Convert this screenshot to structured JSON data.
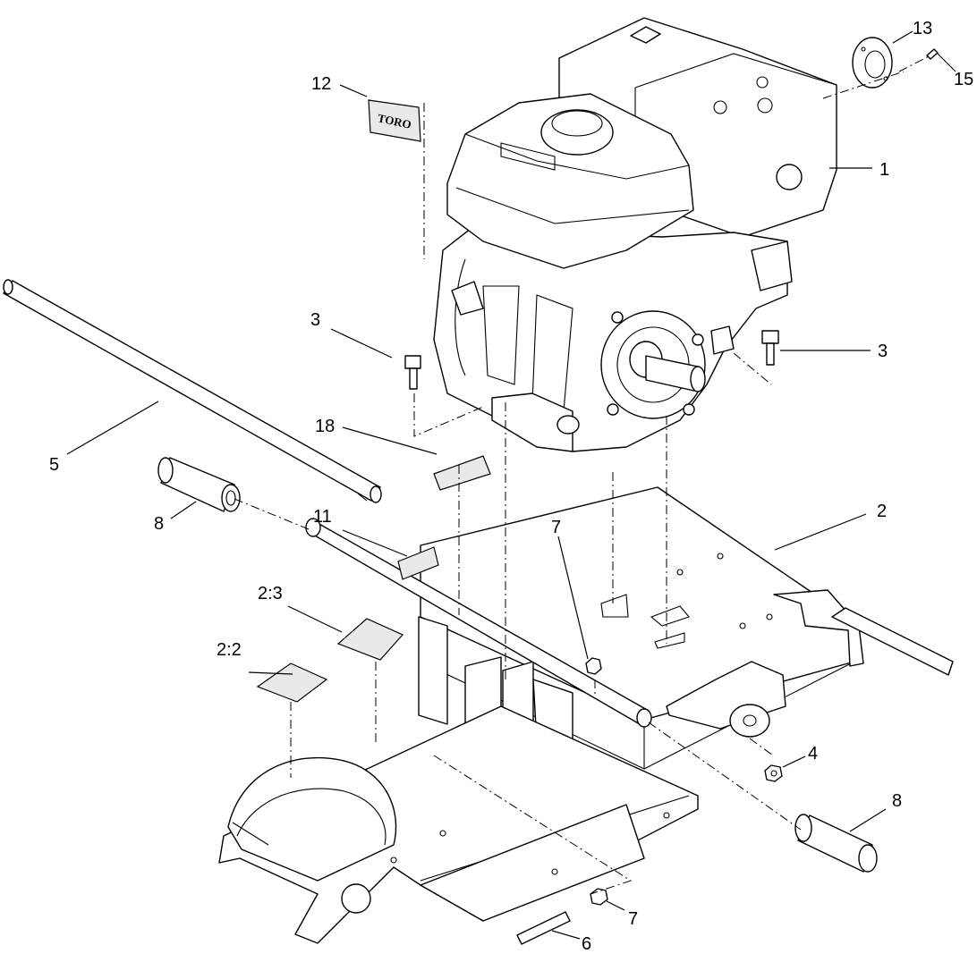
{
  "callouts": [
    {
      "id": "c1",
      "label": "1"
    },
    {
      "id": "c2",
      "label": "2"
    },
    {
      "id": "c22",
      "label": "2:2"
    },
    {
      "id": "c23",
      "label": "2:3"
    },
    {
      "id": "c3a",
      "label": "3"
    },
    {
      "id": "c3b",
      "label": "3"
    },
    {
      "id": "c4",
      "label": "4"
    },
    {
      "id": "c5",
      "label": "5"
    },
    {
      "id": "c6",
      "label": "6"
    },
    {
      "id": "c7a",
      "label": "7"
    },
    {
      "id": "c7b",
      "label": "7"
    },
    {
      "id": "c8a",
      "label": "8"
    },
    {
      "id": "c8b",
      "label": "8"
    },
    {
      "id": "c11",
      "label": "11"
    },
    {
      "id": "c12",
      "label": "12"
    },
    {
      "id": "c13",
      "label": "13"
    },
    {
      "id": "c15",
      "label": "15"
    },
    {
      "id": "c18",
      "label": "18"
    }
  ],
  "decal_text": "TORO"
}
